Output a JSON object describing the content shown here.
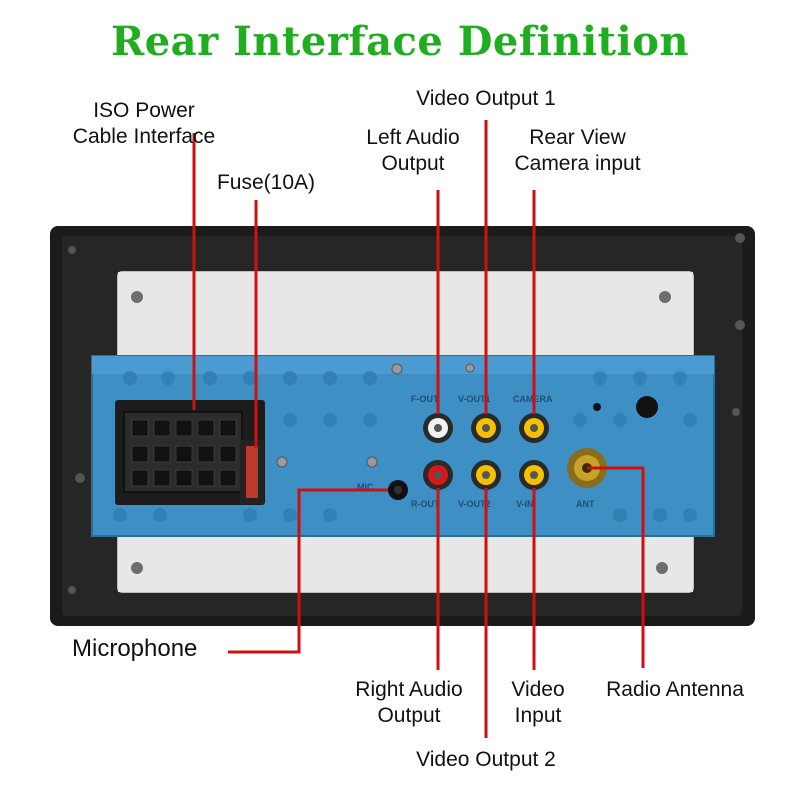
{
  "title": "Rear Interface Definition",
  "labels": {
    "iso_power": [
      "ISO Power",
      "Cable Interface"
    ],
    "fuse": "Fuse(10A)",
    "left_audio": [
      "Left Audio",
      "Output"
    ],
    "video_output_1": "Video Output 1",
    "rear_view": [
      "Rear View",
      "Camera input"
    ],
    "microphone": "Microphone",
    "right_audio": [
      "Right Audio",
      "Output"
    ],
    "video_input": [
      "Video",
      "Input"
    ],
    "radio_antenna": "Radio Antenna",
    "video_output_2": "Video Output 2"
  },
  "panel_markings": {
    "top_row": [
      "F-OUT",
      "V-OUT1",
      "CAMERA"
    ],
    "bottom_row": [
      "R-OUT",
      "V-OUT2",
      "V-IN"
    ],
    "antenna": "ANT",
    "mic": "MIC"
  },
  "colors": {
    "title": "#1fae1f",
    "leader_line": "#d01010",
    "panel_blue": "#3e8fc4",
    "rca_white": "#f2f2f2",
    "rca_red": "#d81818",
    "rca_yellow": "#f2c200"
  }
}
